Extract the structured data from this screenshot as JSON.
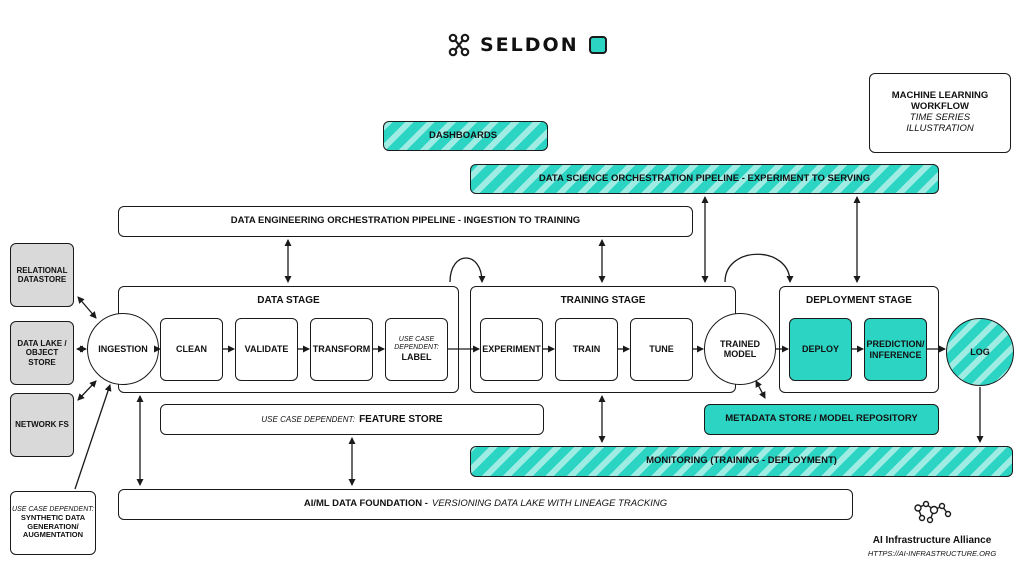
{
  "header": {
    "brand_name": "SELDON"
  },
  "title_box": {
    "line1": "MACHINE LEARNING",
    "line2": "WORKFLOW",
    "line3": "TIME SERIES",
    "line4": "ILLUSTRATION"
  },
  "bars": {
    "dashboards": "DASHBOARDS",
    "ds_pipeline": "DATA SCIENCE ORCHESTRATION PIPELINE - EXPERIMENT TO SERVING",
    "de_pipeline": "DATA ENGINEERING ORCHESTRATION PIPELINE - INGESTION TO TRAINING",
    "feature_store_prefix": "USE CASE DEPENDENT:",
    "feature_store": "FEATURE STORE",
    "metadata": "METADATA STORE / MODEL REPOSITORY",
    "monitoring": "MONITORING (TRAINING - DEPLOYMENT)",
    "foundation_bold": "AI/ML DATA FOUNDATION -",
    "foundation_ital": "VERSIONING DATA LAKE WITH LINEAGE TRACKING"
  },
  "sources": {
    "relational": "RELATIONAL DATASTORE",
    "data_lake": "DATA LAKE / OBJECT STORE",
    "network_fs": "NETWORK FS",
    "synthetic_prefix": "USE CASE DEPENDENT:",
    "synthetic": "SYNTHETIC DATA GENERATION/ AUGMENTATION"
  },
  "stages": {
    "data": {
      "title": "DATA STAGE",
      "steps": [
        "CLEAN",
        "VALIDATE",
        "TRANSFORM"
      ],
      "label_prefix": "USE CASE DEPENDENT:",
      "label": "LABEL"
    },
    "training": {
      "title": "TRAINING STAGE",
      "steps": [
        "EXPERIMENT",
        "TRAIN",
        "TUNE"
      ]
    },
    "deployment": {
      "title": "DEPLOYMENT STAGE",
      "steps": [
        "DEPLOY",
        "PREDICTION/ INFERENCE"
      ]
    }
  },
  "nodes": {
    "ingestion": "INGESTION",
    "trained_model": "TRAINED MODEL",
    "log": "LOG"
  },
  "footer": {
    "alliance_name": "AI Infrastructure Alliance",
    "alliance_url": "HTTPS://AI-INFRASTRUCTURE.ORG"
  },
  "colors": {
    "teal": "#2bd4c3",
    "stripe_light": "#9eece4",
    "gray": "#d9d9d9",
    "ink": "#1a1a1a"
  }
}
